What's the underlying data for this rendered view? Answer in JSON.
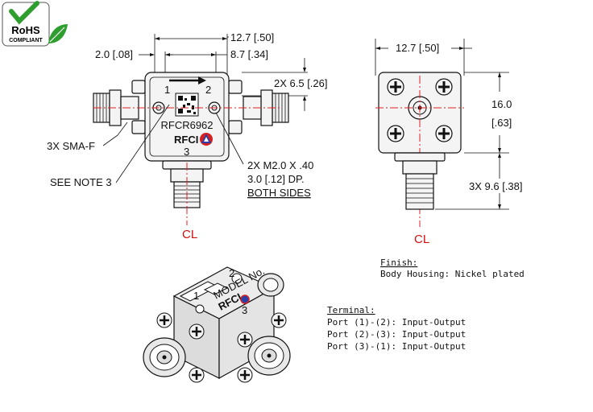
{
  "rohs": {
    "title": "RoHS",
    "subtitle": "COMPLIANT",
    "check_color": "#2e9e2e"
  },
  "front_view": {
    "dim_overall": "12.7 [.50]",
    "dim_offset": "2.0 [.08]",
    "dim_inner": "8.7 [.34]",
    "dim_height": "2X 6.5 [.26]",
    "port_1": "1",
    "port_2": "2",
    "port_3": "3",
    "model": "RFCR6962",
    "brand": "RFCI",
    "callout_sma": "3X SMA-F",
    "callout_note": "SEE NOTE 3",
    "callout_screw_1": "2X M2.0 X .40",
    "callout_screw_2": "3.0 [.12] DP.",
    "callout_screw_3": "BOTH SIDES",
    "centerline": "CL"
  },
  "side_view": {
    "dim_width": "12.7 [.50]",
    "dim_height_mm": "16.0",
    "dim_height_in": "[.63]",
    "dim_connector": "3X 9.6 [.38]",
    "centerline": "CL"
  },
  "finish": {
    "heading": "Finish:",
    "text": "Body Housing: Nickel plated"
  },
  "terminal": {
    "heading": "Terminal:",
    "rows": [
      "Port (1)-(2): Input-Output",
      "Port (2)-(3): Input-Output",
      "Port (3)-(1): Input-Output"
    ]
  },
  "iso_view": {
    "port_1": "1",
    "port_2": "2",
    "port_3": "3",
    "model_label": "MODEL No.",
    "brand": "RFCI"
  },
  "colors": {
    "centerline": "#e02020",
    "logo_red": "#d42020",
    "logo_blue": "#2a3fa8"
  }
}
